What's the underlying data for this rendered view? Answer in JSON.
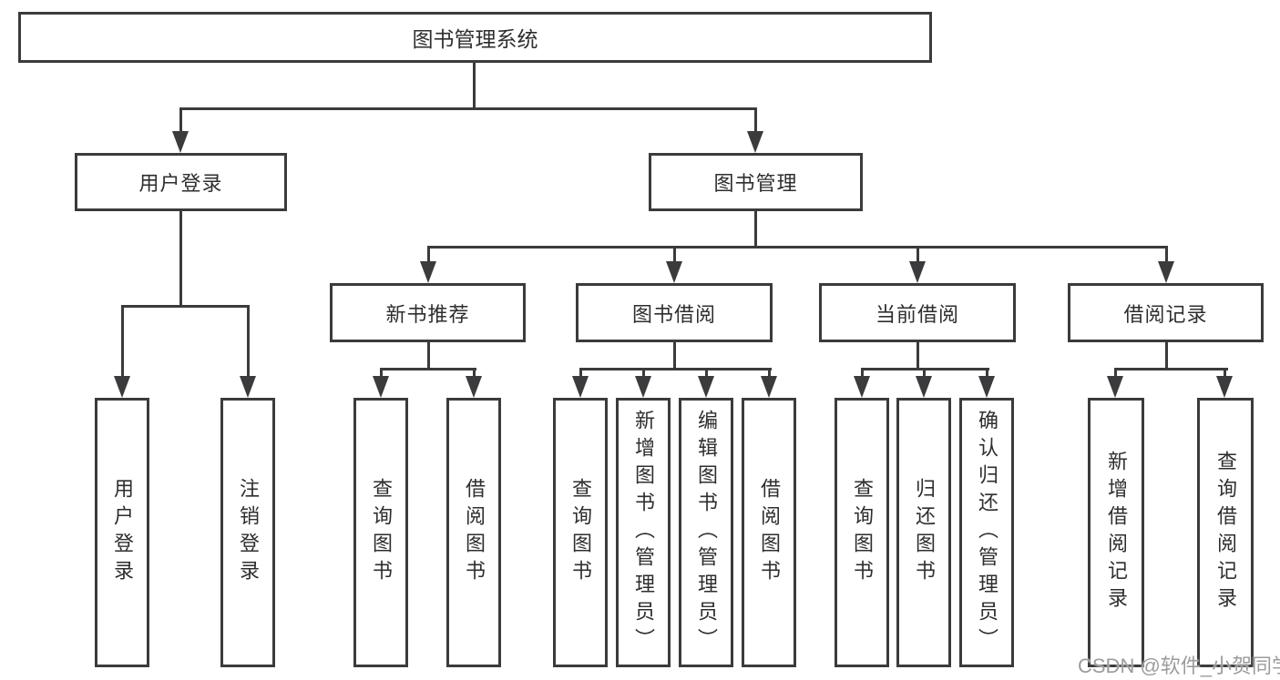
{
  "page": {
    "watermark": "CSDN @软件_小贺同学",
    "colors": {
      "line": "#3b3b3d",
      "text": "#2e2e30",
      "box_background": "#ffffff",
      "watermark": "#9c9c9c",
      "page_background": "#ffffff"
    }
  },
  "tree": {
    "root": "图书管理系统",
    "level2": [
      "用户登录",
      "图书管理"
    ],
    "level3": [
      "新书推荐",
      "图书借阅",
      "当前借阅",
      "借阅记录"
    ],
    "leaves": {
      "user_login": [
        "用户登录",
        "注销登录"
      ],
      "new_book": [
        "查询图书",
        "借阅图书"
      ],
      "book_borrow": [
        "查询图书",
        "新增图书（管理员）",
        "编辑图书（管理员）",
        "借阅图书"
      ],
      "current_borrow": [
        "查询图书",
        "归还图书",
        "确认归还（管理员）"
      ],
      "borrow_records": [
        "新增借阅记录",
        "查询借阅记录"
      ]
    }
  }
}
